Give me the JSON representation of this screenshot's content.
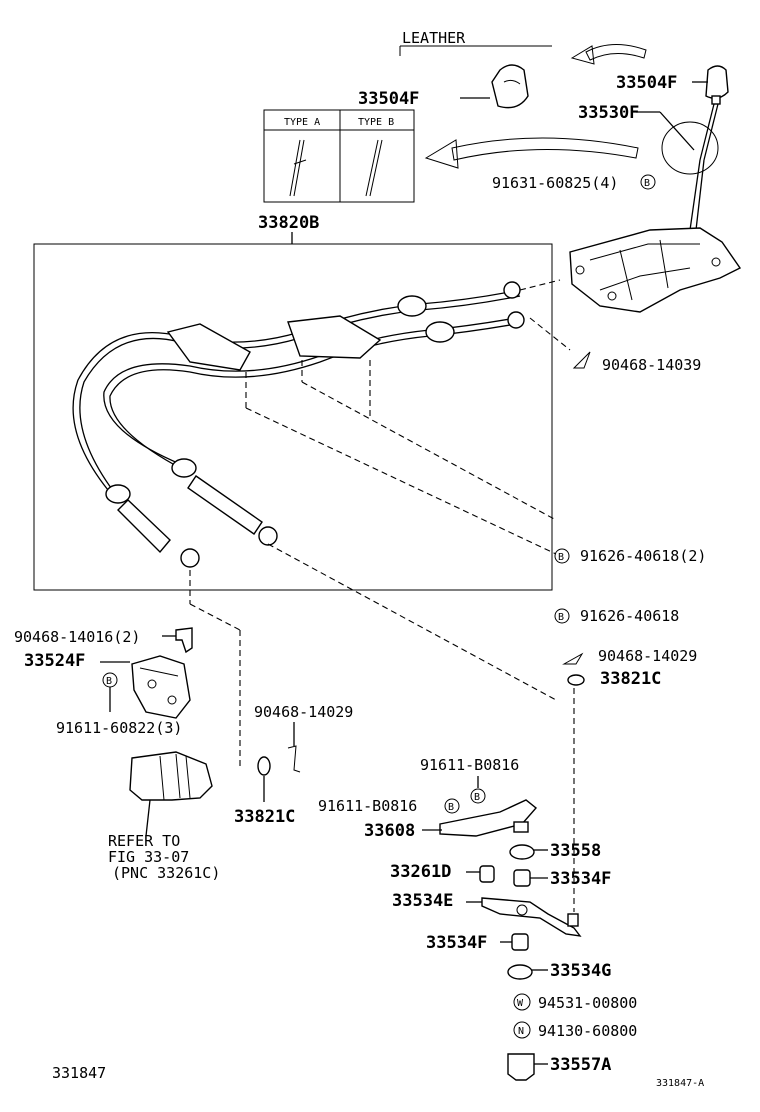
{
  "labels": {
    "leather": "LEATHER",
    "knob_leather": "33504F",
    "knob": "33504F",
    "lever": "33530F",
    "table_type_a": "TYPE A",
    "table_type_b": "TYPE B",
    "bolt_top": "91631-60825(4)",
    "cable_assy": "33820B",
    "clip_top": "90468-14039",
    "bolt_cable_2": "91626-40618(2)",
    "bolt_cable": "91626-40618",
    "clip_left": "90468-14016(2)",
    "bracket": "33524F",
    "bolt_bracket": "91611-60822(3)",
    "clip_right": "90468-14029",
    "washer_right": "33821C",
    "clip_mid": "90468-14029",
    "washer_left": "33821C",
    "refer_line1": "REFER TO",
    "refer_line2": "FIG 33-07",
    "refer_line3": "(PNC 33261C)",
    "bolt_lever_1": "91611-B0816",
    "bolt_lever_2": "91611-B0816",
    "lever_assy": "33608",
    "bush_1": "33558",
    "bush_2": "33261D",
    "bush_3": "33534F",
    "lever_sub": "33534E",
    "bush_4": "33534F",
    "bush_5": "33534G",
    "washer_w": "94531-00800",
    "nut_n": "94130-60800",
    "cap": "33557A",
    "fig_no": "331847",
    "fig_no_small": "331847-A",
    "marker_b": "B",
    "marker_w": "W",
    "marker_n": "N"
  }
}
